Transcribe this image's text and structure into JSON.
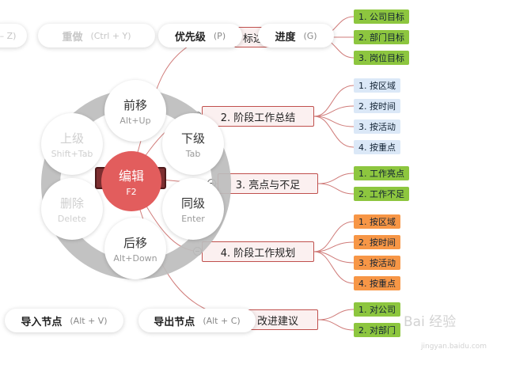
{
  "topics": {
    "t1_partial": "标达",
    "t2": "2. 阶段工作总结",
    "t3": "3. 亮点与不足",
    "t4": "4. 阶段工作规划",
    "t5_partial": "改进建议"
  },
  "subtopics": {
    "t1": [
      "1. 公司目标",
      "2. 部门目标",
      "3. 岗位目标"
    ],
    "t2": [
      "1. 按区域",
      "2. 按时间",
      "3. 按活动",
      "4. 按重点"
    ],
    "t3": [
      "1. 工作亮点",
      "2. 工作不足"
    ],
    "t4": [
      "1. 按区域",
      "2. 按时间",
      "3. 按活动",
      "4. 按重点"
    ],
    "t5": [
      "1. 对公司",
      "2. 对部门"
    ]
  },
  "toolbar": {
    "undo_shortcut_partial": "– Z)",
    "redo": {
      "label": "重做",
      "shortcut": "(Ctrl + Y)"
    },
    "priority": {
      "label": "优先级",
      "shortcut": "(P)"
    },
    "progress": {
      "label": "进度",
      "shortcut": "(G)"
    },
    "import": {
      "label": "导入节点",
      "shortcut": "(Alt + V)"
    },
    "export": {
      "label": "导出节点",
      "shortcut": "(Alt + C)"
    }
  },
  "radial_menu": {
    "center": {
      "label": "编辑",
      "shortcut": "F2"
    },
    "move_up": {
      "label": "前移",
      "shortcut": "Alt+Up"
    },
    "parent": {
      "label": "上级",
      "shortcut": "Shift+Tab"
    },
    "child": {
      "label": "下级",
      "shortcut": "Tab"
    },
    "delete": {
      "label": "删除",
      "shortcut": "Delete"
    },
    "sibling": {
      "label": "同级",
      "shortcut": "Enter"
    },
    "move_down": {
      "label": "后移",
      "shortcut": "Alt+Down"
    }
  },
  "watermark": {
    "text": "Bai 经验",
    "url": "jingyan.baidu.com"
  },
  "colors": {
    "topic_border": "#c0504d",
    "green": "#8dc63f",
    "blue": "#dbe8f7",
    "orange": "#f79646",
    "center": "#e25d5d"
  }
}
